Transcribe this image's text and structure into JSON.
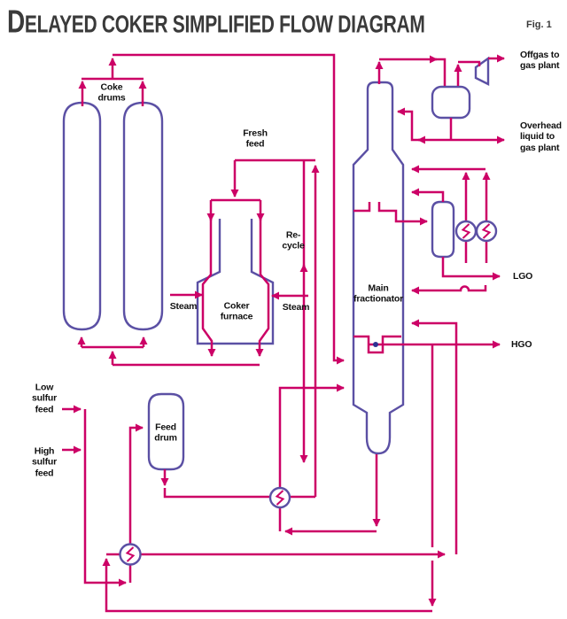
{
  "title": "DELAYED COKER SIMPLIFIED FLOW DIAGRAM",
  "figure_label": "Fig. 1",
  "colors": {
    "flow_line": "#cc0066",
    "equipment_outline": "#5b50a4",
    "label_text": "#111111",
    "title_text": "#3a3a3a",
    "tray_dot": "#2e3192"
  },
  "equipment_labels": {
    "coke_drums": "Coke\ndrums",
    "coker_furnace": "Coker\nfurnace",
    "main_fractionator": "Main\nfractionator",
    "feed_drum": "Feed\ndrum"
  },
  "stream_labels": {
    "fresh_feed": "Fresh\nfeed",
    "recycle": "Re-\ncycle",
    "steam_left": "Steam",
    "steam_right": "Steam",
    "low_sulfur_feed": "Low\nsulfur\nfeed",
    "high_sulfur_feed": "High\nsulfur\nfeed",
    "offgas": "Offgas to\ngas plant",
    "overhead_liquid": "Overhead\nliquid to\ngas plant",
    "lgo": "LGO",
    "hgo": "HGO"
  },
  "symbols": [
    "heat-exchanger-icon",
    "compressor-icon",
    "vessel-outline",
    "flow-arrow"
  ]
}
